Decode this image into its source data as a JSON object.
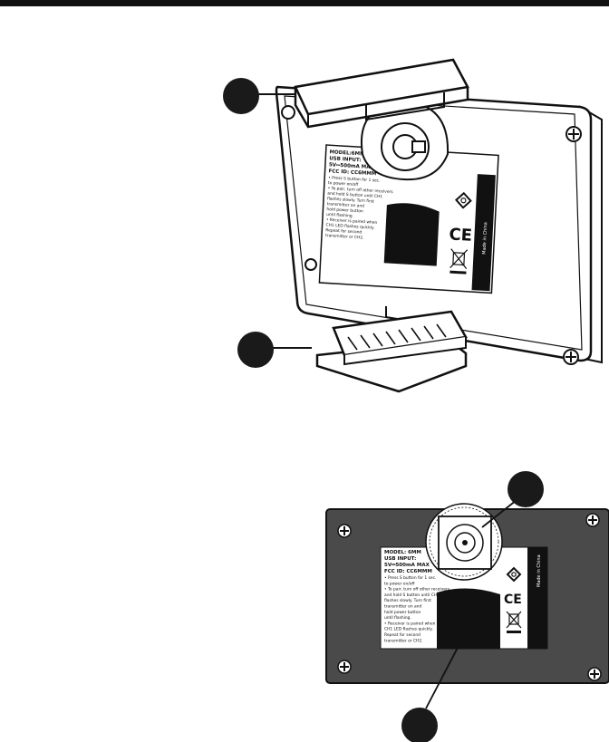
{
  "label_top": {
    "line1": "MODEL:6MM",
    "line2": "USB INPUT:",
    "line3": "5V⎓500mA MAX",
    "line4": "FCC ID: CC6MMM",
    "bullets": [
      "• Press S button for 1 sec.",
      "  to power on/off",
      "• To pair, turn off other receivers",
      "  and hold S button until CH1",
      "  flashes slowly. Turn first",
      "  transmitter on and",
      "  hold power button",
      "  until flashing.",
      "• Receiver is paired when",
      "  CH1 LED flashes quickly.",
      "  Repeat for second",
      "  transmitter or CH2."
    ],
    "side_text": "Made in China",
    "ce": "CE"
  },
  "label_bottom": {
    "line1": "MODEL: 6MM",
    "line2": "USB INPUT:",
    "line3": "5V⎓500mA MAX",
    "line4": "FCC ID: CC6MMM",
    "bullets": [
      "• Press S button for 1 sec.",
      "  to power on/off",
      "• To pair, turn off other receivers",
      "  and hold S button until CH1",
      "  flashes slowly. Turn first",
      "  transmitter on and",
      "  hold power button",
      "  until flashing.",
      "• Receiver is paired when",
      "  CH1 LED flashes quickly.",
      "  Repeat for second",
      "  transmitter or CH2."
    ],
    "side_text": "Made in China",
    "ce": "CE"
  },
  "colors": {
    "line": "#111111",
    "panel": "#4a4a4a",
    "callout": "#1a1a1a"
  }
}
